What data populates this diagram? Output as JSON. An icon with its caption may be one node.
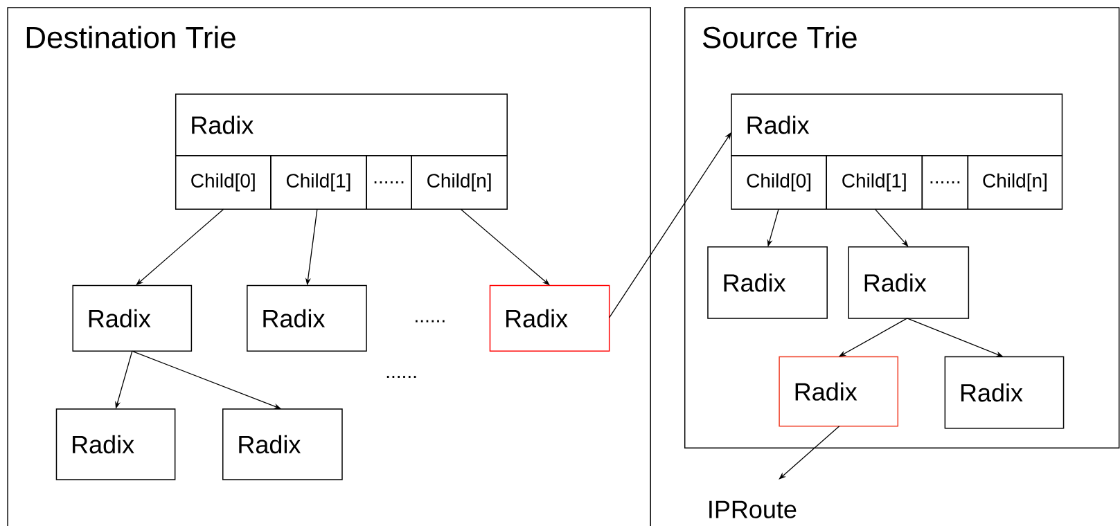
{
  "diagram": {
    "nodes": [
      {
        "text": [
          "Destination Trie"
        ]
      },
      {
        "text": [
          "Radix"
        ],
        "in": 0
      },
      {
        "text": [
          "Child[0]"
        ],
        "in": 0
      },
      {
        "text": [
          "Child[1]"
        ],
        "in": 0
      },
      {
        "text": [
          "......"
        ],
        "in": 0
      },
      {
        "text": [
          "Child[n]"
        ],
        "in": 0
      },
      {
        "text": [
          "Radix"
        ],
        "in": 0
      },
      {
        "text": [
          "Radix"
        ],
        "in": 0
      },
      {
        "text": [
          "Radix"
        ],
        "in": 0
      },
      {
        "text": [
          "Radix"
        ],
        "in": 0
      },
      {
        "text": [
          "Radix"
        ],
        "in": 0
      },
      {
        "text": [
          "Source Trie"
        ]
      },
      {
        "text": [
          "Radix"
        ],
        "in": 11
      },
      {
        "text": [
          "Child[0]"
        ],
        "in": 11
      },
      {
        "text": [
          "Child[1]"
        ],
        "in": 11
      },
      {
        "text": [
          "......"
        ],
        "in": 11
      },
      {
        "text": [
          "Child[n]"
        ],
        "in": 11
      },
      {
        "text": [
          "Radix"
        ],
        "in": 11
      },
      {
        "text": [
          "Radix"
        ],
        "in": 11
      },
      {
        "text": [
          "Radix"
        ],
        "in": 11
      },
      {
        "text": [
          "Radix"
        ],
        "in": 11
      },
      {
        "text": [
          "IPRoute"
        ]
      }
    ],
    "edges": [
      {
        "from": 2,
        "to": 6,
        "arrow": "to"
      },
      {
        "from": 3,
        "to": 7,
        "arrow": "to"
      },
      {
        "from": 5,
        "to": 8,
        "arrow": "to"
      },
      {
        "from": 6,
        "to": 9,
        "arrow": "to"
      },
      {
        "from": 6,
        "to": 10,
        "arrow": "to"
      },
      {
        "from": 8,
        "to": 12,
        "arrow": "to"
      },
      {
        "from": 13,
        "to": 17,
        "arrow": "to"
      },
      {
        "from": 14,
        "to": 18,
        "arrow": "to"
      },
      {
        "from": 18,
        "to": 19,
        "arrow": "to"
      },
      {
        "from": 18,
        "to": 20,
        "arrow": "to"
      },
      {
        "from": 19,
        "to": 21,
        "arrow": "to"
      }
    ],
    "labels": [
      "......",
      "......"
    ]
  }
}
